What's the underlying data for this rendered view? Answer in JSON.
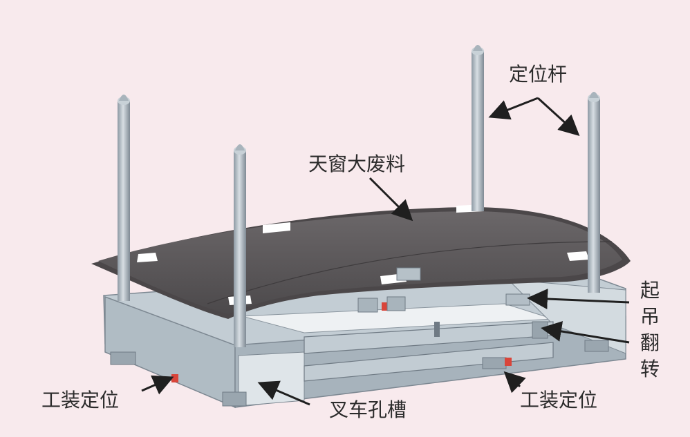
{
  "labels": {
    "locating_rod": "定位杆",
    "sunroof_scrap": "天窗大废料",
    "lift_flip": [
      "起",
      "吊",
      "翻",
      "转"
    ],
    "fixture_locating_left": "工装定位",
    "fixture_locating_right": "工装定位",
    "forklift_slot": "叉车孔槽"
  },
  "colors": {
    "background": "#f8eaed",
    "steel": "#b9c4cc",
    "steel_dark": "#8e9aa4",
    "panel": "#5e5a5c",
    "marker_red": "#d9453a",
    "arrow": "#1f1f1f"
  }
}
